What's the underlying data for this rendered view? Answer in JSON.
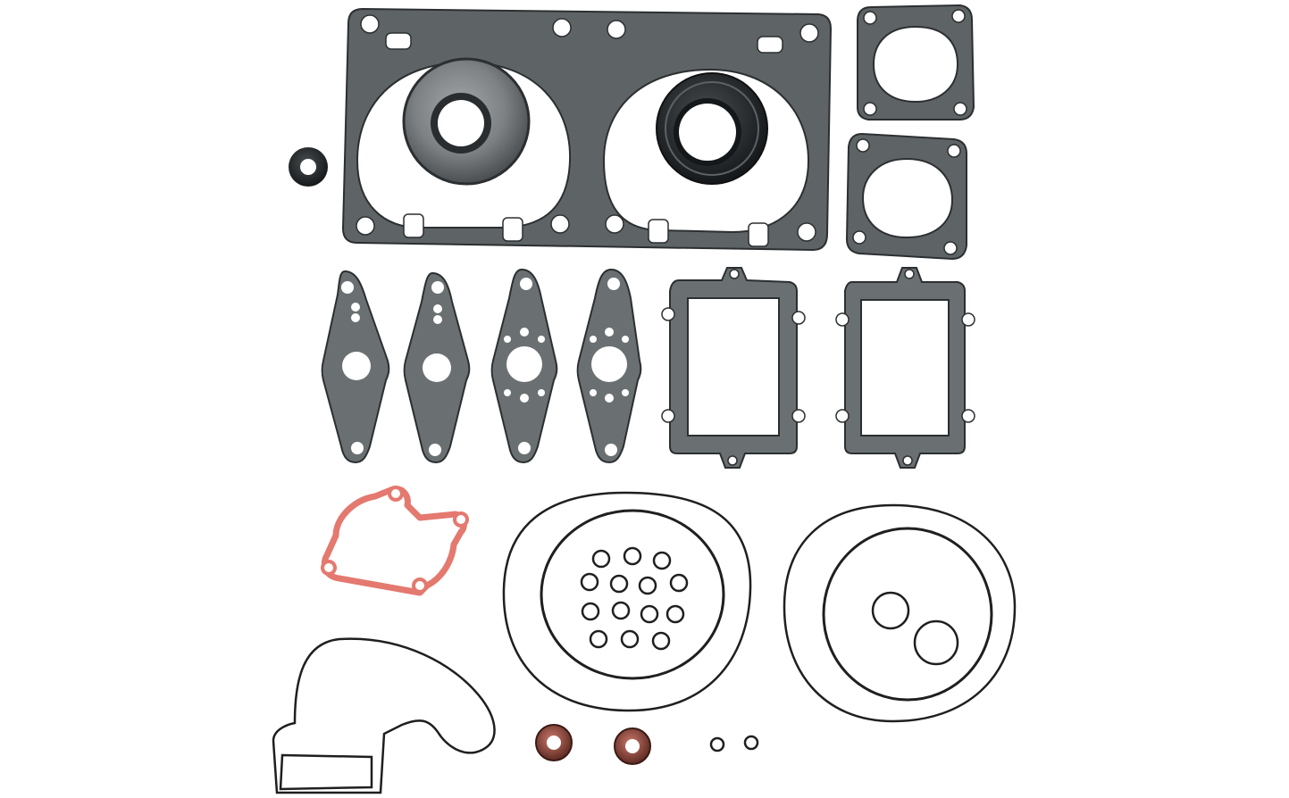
{
  "image": {
    "subject": "engine-gasket-kit",
    "background_color": "#ffffff",
    "colors": {
      "gasket_fill": "#5e6466",
      "gasket_edge": "#2c2f31",
      "seal_dark": "#202426",
      "seal_metal": "#8a8d8f",
      "oring": "#1f1f1f",
      "red_gasket": "#e4796f",
      "red_seal": "#b85a4e"
    }
  },
  "parts": [
    {
      "id": "cylinder-base-gasket",
      "count": 1
    },
    {
      "id": "crank-seal",
      "count": 2
    },
    {
      "id": "small-shaft-seal",
      "count": 1
    },
    {
      "id": "exhaust-flange-gasket",
      "count": 2
    },
    {
      "id": "intake-spacer-gasket",
      "count": 4
    },
    {
      "id": "reed-valve-gasket",
      "count": 2
    },
    {
      "id": "water-pump-gasket",
      "count": 1
    },
    {
      "id": "cylinder-head-oring",
      "count": 4
    },
    {
      "id": "small-oring",
      "count": 20
    },
    {
      "id": "cover-oring",
      "count": 1
    },
    {
      "id": "lip-seal",
      "count": 2
    }
  ]
}
